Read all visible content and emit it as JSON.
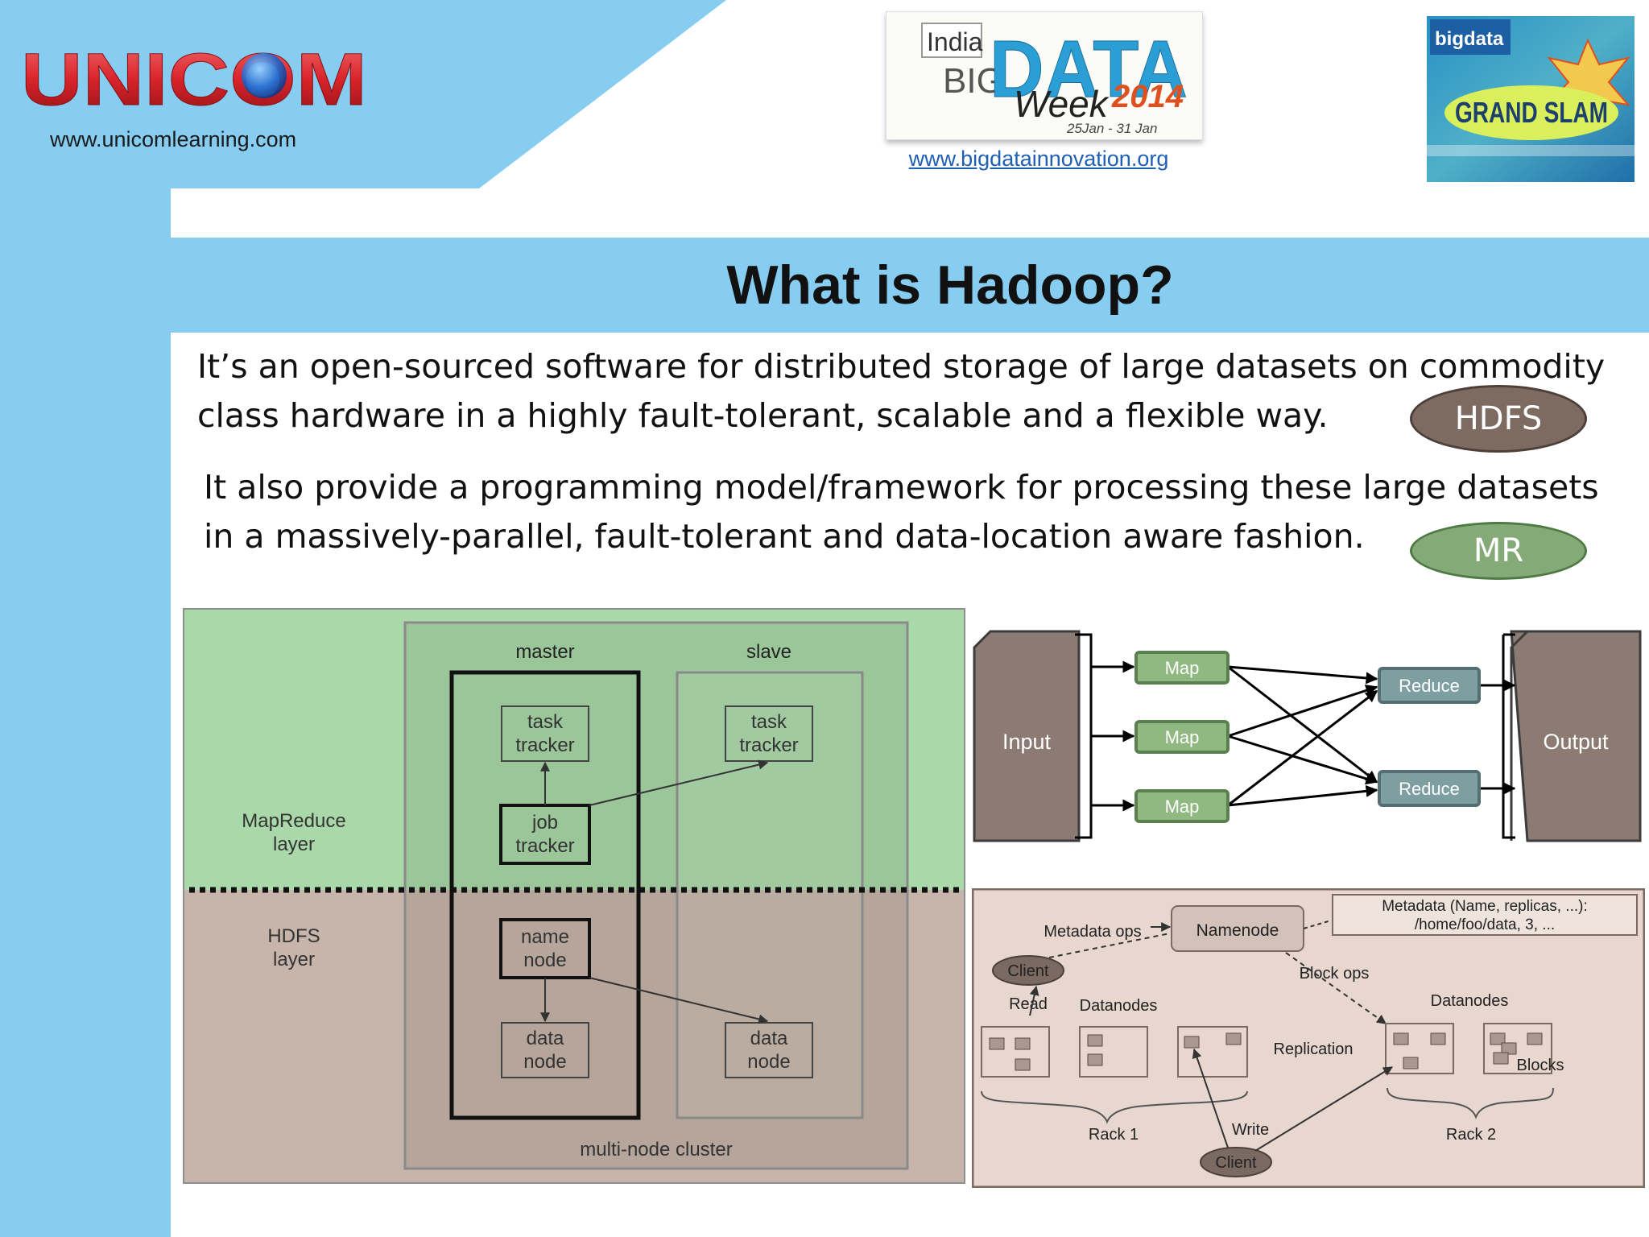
{
  "header": {
    "unicom_logo_text": "UNICOM",
    "unicom_url": "www.unicomlearning.com",
    "bigdata_logo": {
      "line1": "India",
      "line2": "BIG",
      "line3": "DATA",
      "line4": "Week",
      "year": "2014",
      "dates": "25Jan - 31 Jan"
    },
    "bigdata_url": "www.bigdatainnovation.org",
    "grand_slam_logo": {
      "brand": "bigdata",
      "title": "GRAND SLAM"
    }
  },
  "slide": {
    "title": "What is Hadoop?",
    "paragraph1": [
      "It’s an open-sourced software for distributed storage of large datasets on commodity",
      "class hardware in a highly fault-tolerant, scalable and a flexible way."
    ],
    "paragraph1_tag": "HDFS",
    "paragraph2": [
      "It also provide a programming model/framework for processing these large datasets",
      "in a massively-parallel, fault-tolerant and data-location aware fashion."
    ],
    "paragraph2_tag": "MR"
  },
  "architecture_diagram": {
    "mapreduce_layer": "MapReduce\nlayer",
    "hdfs_layer": "HDFS\nlayer",
    "master": "master",
    "slave": "slave",
    "master_task_tracker": "task\ntracker",
    "slave_task_tracker": "task\ntracker",
    "job_tracker": "job\ntracker",
    "name_node": "name\nnode",
    "master_data_node": "data\nnode",
    "slave_data_node": "data\nnode",
    "cluster_label": "multi-node cluster",
    "colors": {
      "mapreduce_bg": "#a9d8a9",
      "hdfs_bg": "#c7b4aa"
    }
  },
  "mapreduce_flow": {
    "input": "Input",
    "output": "Output",
    "maps": [
      "Map",
      "Map",
      "Map"
    ],
    "reduces": [
      "Reduce",
      "Reduce"
    ],
    "colors": {
      "doc": "#8b7b73",
      "map": "#8fb980",
      "reduce": "#7e9fa2"
    }
  },
  "hdfs_diagram": {
    "metadata_ops": "Metadata ops",
    "namenode": "Namenode",
    "metadata": "Metadata (Name, replicas, ...):\n/home/foo/data, 3, ...",
    "client_top": "Client",
    "read": "Read",
    "datanodes_left": "Datanodes",
    "block_ops": "Block ops",
    "datanodes_right": "Datanodes",
    "replication": "Replication",
    "blocks": "Blocks",
    "write": "Write",
    "rack1": "Rack 1",
    "rack2": "Rack 2",
    "client_bottom": "Client"
  }
}
